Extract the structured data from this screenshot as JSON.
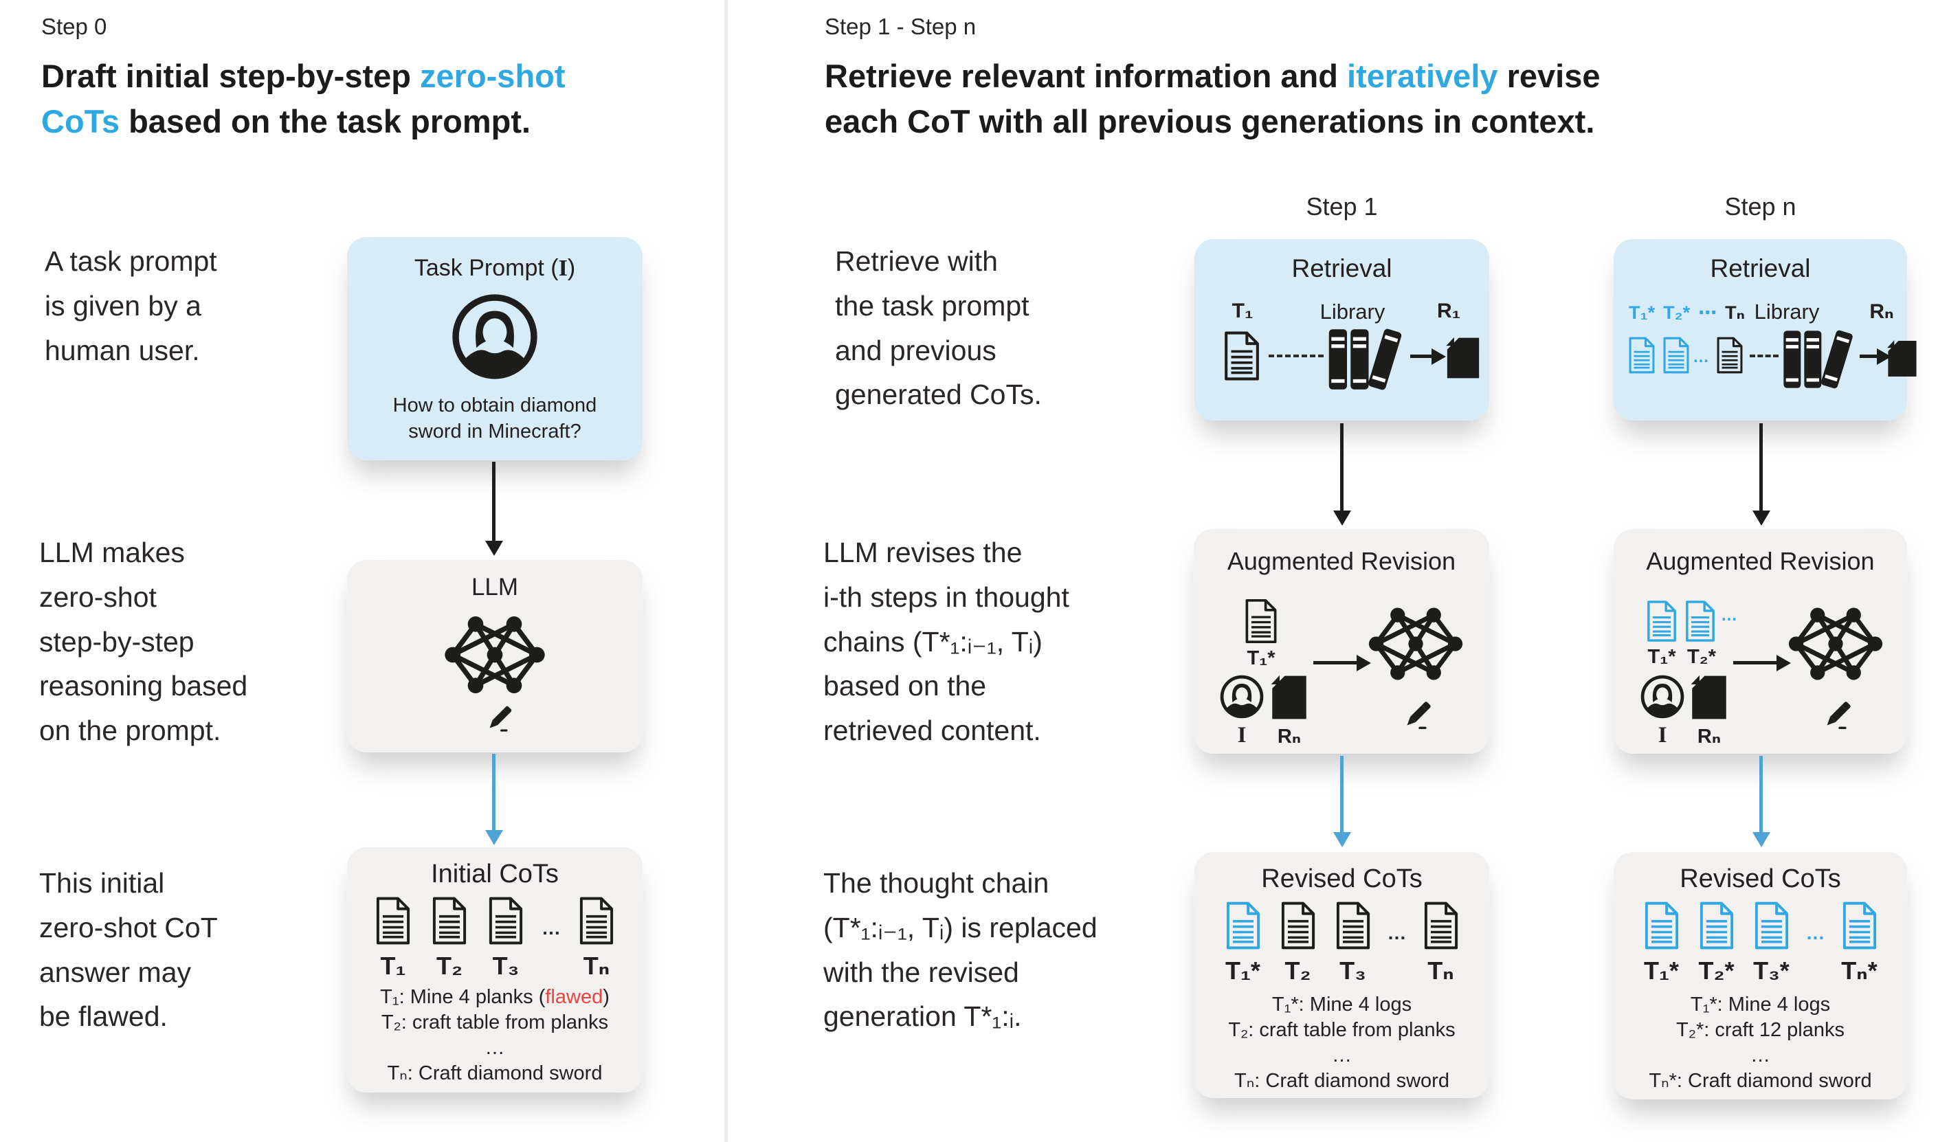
{
  "colors": {
    "accent_blue": "#2FA8E1",
    "arrow_blue": "#4FA3D4",
    "panel_blue": "#D8ECF8",
    "panel_gray": "#F2F1EF",
    "ink": "#232021",
    "red": "#EA4440"
  },
  "left": {
    "step_label": "Step 0",
    "title": {
      "pre": "Draft initial step-by-step ",
      "hl1": "zero-shot",
      "hl2": "CoTs",
      "post": " based on the task prompt."
    },
    "note1": "A task prompt\nis given by a\nhuman user.",
    "note2": "LLM makes\nzero-shot\nstep-by-step\nreasoning based\non the prompt.",
    "note3": "This initial\nzero-shot CoT\nanswer may\nbe flawed.",
    "task_prompt": {
      "title_pre": "Task Prompt (",
      "title_serif": "I",
      "title_post": ")",
      "question": "How to obtain diamond\nsword in Minecraft?"
    },
    "llm": {
      "title": "LLM"
    },
    "initial_cots": {
      "title": "Initial CoTs",
      "docs": [
        "T₁",
        "T₂",
        "T₃",
        "Tₙ"
      ],
      "dots": "…",
      "line1_pre": "T₁: Mine 4 planks (",
      "line1_red": "flawed",
      "line1_post": ")",
      "line2": "T₂: craft table from planks",
      "line3": "…",
      "line4": "Tₙ: Craft diamond sword"
    }
  },
  "right": {
    "step_label": "Step 1 - Step n",
    "title": {
      "pre": "Retrieve relevant information and ",
      "hl": "iteratively",
      "post": " revise",
      "line2": "each CoT with all previous generations in context."
    },
    "note1": "Retrieve with\nthe task prompt\nand previous\ngenerated CoTs.",
    "note2": "LLM revises the\ni-th steps in thought\nchains (T*₁:ᵢ₋₁, Tᵢ)\nbased on the\nretrieved content.",
    "note3": "The thought chain\n(T*₁:ᵢ₋₁, Tᵢ) is replaced\nwith the revised\ngeneration T*₁:ᵢ.",
    "step1": {
      "header": "Step 1",
      "retrieval": {
        "title": "Retrieval",
        "t_label": "T₁",
        "library_label": "Library",
        "r_label": "R₁"
      },
      "revision": {
        "title": "Augmented Revision",
        "doc_label": "T₁*",
        "i_label": "I",
        "r_label": "Rₙ"
      },
      "revised": {
        "title": "Revised CoTs",
        "docs": [
          "T₁*",
          "T₂",
          "T₃",
          "Tₙ"
        ],
        "dots": "…",
        "line1": "T₁*: Mine 4 logs",
        "line2": "T₂: craft table from planks",
        "line3": "…",
        "line4": "Tₙ: Craft diamond sword"
      }
    },
    "stepn": {
      "header": "Step n",
      "retrieval": {
        "title": "Retrieval",
        "t1_label": "T₁*",
        "t2_label": "T₂*",
        "dots_label": "⋯",
        "tn_label": "Tₙ",
        "library_label": "Library",
        "r_label": "Rₙ"
      },
      "revision": {
        "title": "Augmented Revision",
        "doc1_label": "T₁*",
        "doc2_label": "T₂*",
        "dots": "…",
        "i_label": "I",
        "r_label": "Rₙ"
      },
      "revised": {
        "title": "Revised CoTs",
        "docs": [
          "T₁*",
          "T₂*",
          "T₃*",
          "Tₙ*"
        ],
        "dots": "…",
        "line1": "T₁*: Mine 4 logs",
        "line2": "T₂*: craft 12 planks",
        "line3": "…",
        "line4": "Tₙ*: Craft diamond sword"
      }
    }
  }
}
